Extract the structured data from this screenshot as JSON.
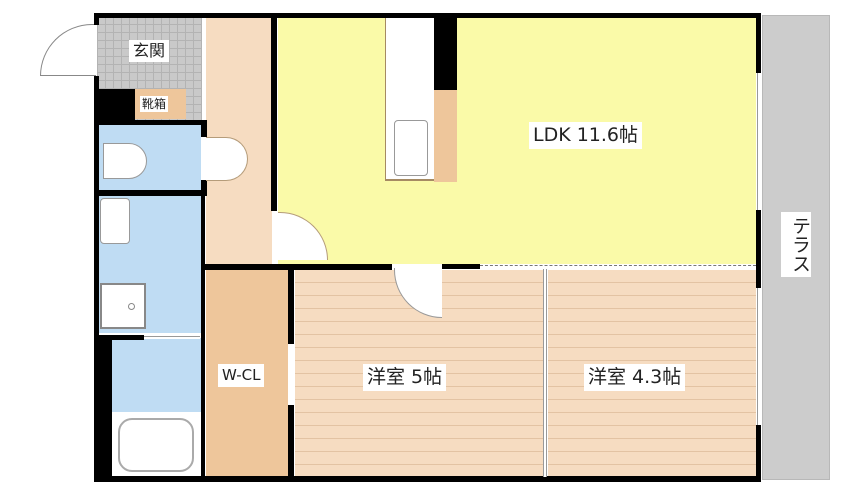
{
  "floorplan": {
    "rooms": {
      "genkan": "玄関",
      "shoe_box": "靴箱",
      "ldk": "LDK 11.6帖",
      "wcl": "W-CL",
      "western_room_1": "洋室 5帖",
      "western_room_2": "洋室 4.3帖",
      "terrace": "テラス"
    },
    "colors": {
      "ldk": "#fafaa8",
      "hallway": "#f6dcc1",
      "closet": "#eec69b",
      "wet_area": "#bfdcf3",
      "entrance_tile": "#c9c9c9",
      "terrace": "#cccccc",
      "wall": "#000000"
    }
  }
}
